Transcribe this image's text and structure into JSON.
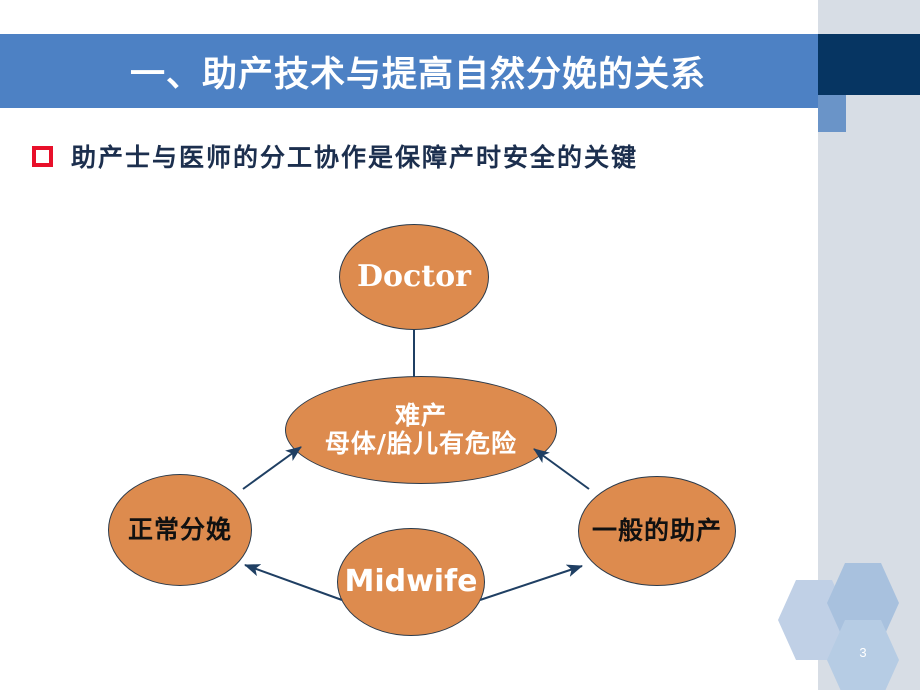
{
  "slide": {
    "title": "一、助产技术与提高自然分娩的关系",
    "bullet": {
      "marker": "red-square-bullet",
      "text": "助产士与医师的分工协作是保障产时安全的关键"
    },
    "page_number": "3",
    "colors": {
      "header_blue": "#4d81c4",
      "header_navy": "#063562",
      "header_shadow_blue": "#6a94c8",
      "right_panel": "#d7dde5",
      "node_orange": "#dd8b4e",
      "node_outline": "#2b3a4a",
      "connector": "#1f3f63",
      "bullet_red": "#e8102a",
      "hex_light": "#c0d0e6",
      "hex_mid": "#a8c1de",
      "hex_dark": "#b6cce4"
    }
  },
  "diagram": {
    "type": "node-link",
    "nodes": [
      {
        "id": "doctor",
        "label_lines": [
          "Doctor"
        ],
        "label": "Doctor"
      },
      {
        "id": "center",
        "label_lines": [
          "难产",
          "母体/胎儿有危险"
        ],
        "line1": "难产",
        "line2": "母体/胎儿有危险"
      },
      {
        "id": "normal",
        "label_lines": [
          "正常分娩"
        ],
        "label": "正常分娩"
      },
      {
        "id": "general",
        "label_lines": [
          "一般的助产"
        ],
        "label": "一般的助产"
      },
      {
        "id": "midwife",
        "label_lines": [
          "Midwife"
        ],
        "label": "Midwife"
      }
    ],
    "edges": [
      {
        "from": "doctor",
        "to": "center",
        "arrow": false
      },
      {
        "from": "normal",
        "to": "center",
        "arrow": true
      },
      {
        "from": "general",
        "to": "center",
        "arrow": true
      },
      {
        "from": "midwife",
        "to": "normal",
        "arrow": true
      },
      {
        "from": "midwife",
        "to": "general",
        "arrow": true
      }
    ]
  }
}
